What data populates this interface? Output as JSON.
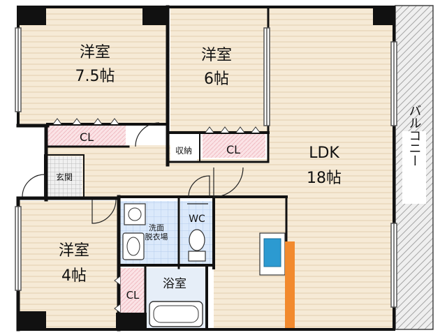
{
  "floor_plan": {
    "rooms": {
      "western_room_1": {
        "name": "洋室",
        "size": "7.5帖"
      },
      "western_room_2": {
        "name": "洋室",
        "size": "6帖"
      },
      "western_room_3": {
        "name": "洋室",
        "size": "4帖"
      },
      "ldk": {
        "name": "LDK",
        "size": "18帖"
      },
      "closet_1": {
        "name": "CL"
      },
      "closet_2": {
        "name": "CL"
      },
      "closet_3": {
        "name": "CL"
      },
      "storage": {
        "name": "収納"
      },
      "entrance": {
        "name": "玄関"
      },
      "washroom": {
        "line1": "洗面",
        "line2": "脱衣場"
      },
      "toilet": {
        "name": "WC"
      },
      "bathroom": {
        "name": "浴室"
      },
      "balcony": {
        "name": "バルコニー"
      }
    },
    "colors": {
      "floor_wood": "#f6ead6",
      "floor_line": "#e3cfae",
      "wall": "#111111",
      "closet_fill": "#fbe3e6",
      "wet_area": "#dbe9fb",
      "bathroom_fill": "#e6eef8",
      "balcony_hatch": "#a5a5a5",
      "counter_accent": "#f28a2e",
      "sink_blue": "#2c9ad1"
    }
  }
}
